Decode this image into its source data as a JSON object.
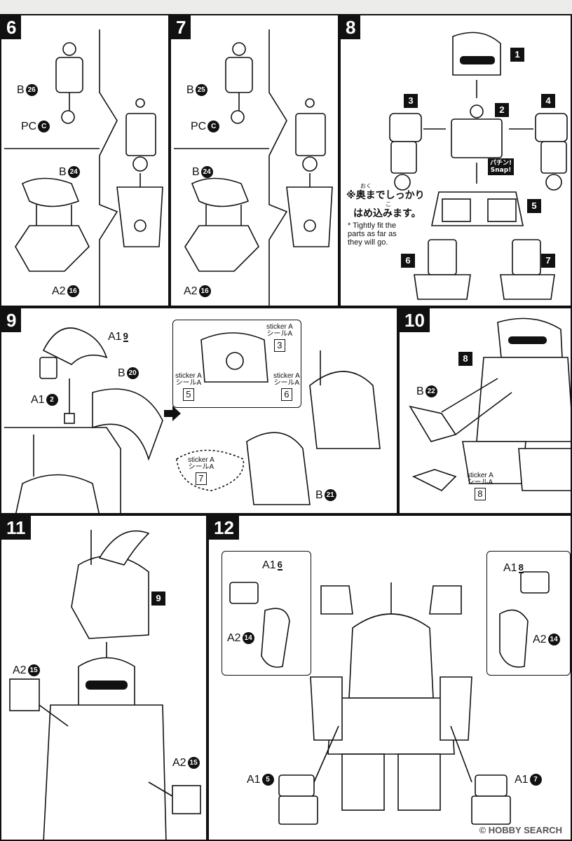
{
  "steps": {
    "s6": {
      "num": "6",
      "b_top": "B",
      "b_top_id": "26",
      "pc": "PC",
      "pc_id": "C",
      "b_mid": "B",
      "b_mid_id": "24",
      "a2": "A2",
      "a2_id": "16"
    },
    "s7": {
      "num": "7",
      "b_top": "B",
      "b_top_id": "25",
      "pc": "PC",
      "pc_id": "C",
      "b_mid": "B",
      "b_mid_id": "24",
      "a2": "A2",
      "a2_id": "16"
    },
    "s8": {
      "num": "8",
      "refs": [
        "1",
        "2",
        "3",
        "4",
        "5",
        "6",
        "7"
      ],
      "snap": "パチン!\nSnap!",
      "jp_note_1": "※奥までしっかり",
      "jp_note_2": "はめ込みます。",
      "furigana_1": "おく",
      "furigana_2": "こ",
      "en_note": "* Tightly fit the\nparts as far as\nthey will go."
    },
    "s9": {
      "num": "9",
      "a1a": "A1",
      "a1a_id": "9",
      "a1b": "A1",
      "a1b_id": "2",
      "b20": "B",
      "b20_id": "20",
      "b21": "B",
      "b21_id": "21",
      "stickers": [
        {
          "en": "sticker A",
          "jp": "シールA",
          "n": "3"
        },
        {
          "en": "sticker A",
          "jp": "シールA",
          "n": "5"
        },
        {
          "en": "sticker A",
          "jp": "シールA",
          "n": "6"
        },
        {
          "en": "sticker A",
          "jp": "シールA",
          "n": "7"
        }
      ]
    },
    "s10": {
      "num": "10",
      "ref": "8",
      "b": "B",
      "b_id": "22",
      "sticker_en": "sticker A",
      "sticker_jp": "シールA",
      "sticker_n": "8"
    },
    "s11": {
      "num": "11",
      "ref": "9",
      "a2l": "A2",
      "a2l_id": "15",
      "a2r": "A2",
      "a2r_id": "15"
    },
    "s12": {
      "num": "12",
      "a1_6": "A1",
      "a1_6_id": "6",
      "a2_14l": "A2",
      "a2_14l_id": "14",
      "a1_8": "A1",
      "a1_8_id": "8",
      "a2_14r": "A2",
      "a2_14r_id": "14",
      "a1_5": "A1",
      "a1_5_id": "5",
      "a1_7": "A1",
      "a1_7_id": "7"
    }
  },
  "watermark": "© HOBBY SEARCH"
}
